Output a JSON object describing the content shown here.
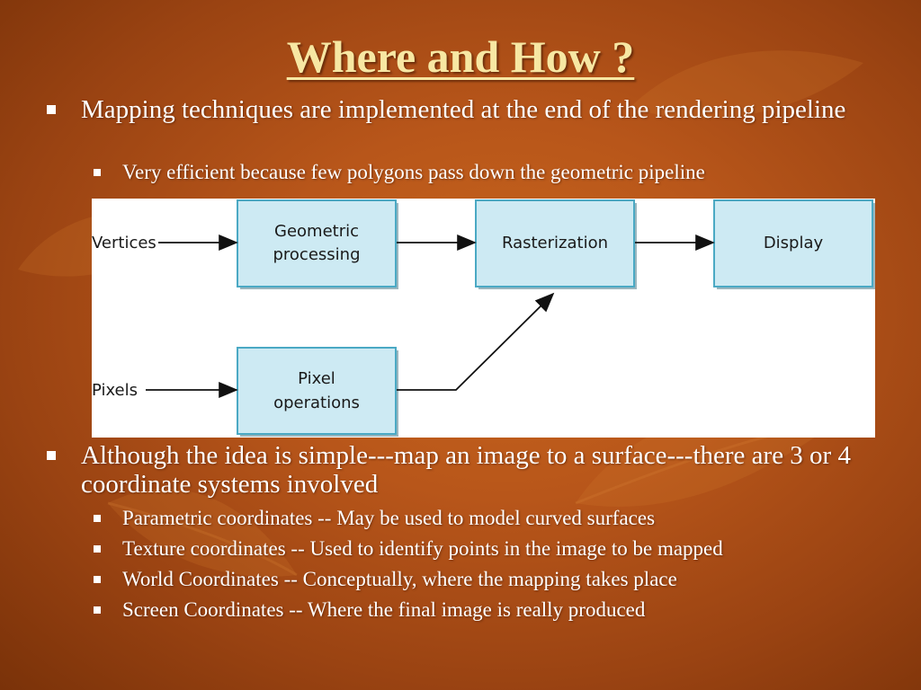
{
  "title": "Where and How ?",
  "bullets": [
    {
      "text": "Mapping techniques are implemented at the end of the rendering pipeline",
      "sub": [
        "Very efficient because few polygons pass down the geometric pipeline"
      ]
    },
    {
      "text": "Although the idea is simple---map an image to a surface---there are 3 or 4 coordinate systems involved",
      "sub": [
        "Parametric coordinates -- May be used to model curved surfaces",
        "Texture coordinates -- Used to identify points in the image to be mapped",
        "World Coordinates -- Conceptually, where the mapping takes place",
        "Screen Coordinates -- Where the final image is really produced"
      ]
    }
  ],
  "diagram": {
    "input_vertices": "Vertices",
    "input_pixels": "Pixels",
    "box_geometric_line1": "Geometric",
    "box_geometric_line2": "processing",
    "box_rasterization": "Rasterization",
    "box_display": "Display",
    "box_pixel_line1": "Pixel",
    "box_pixel_line2": "operations"
  },
  "colors": {
    "title": "#f7e7a3",
    "box_fill": "#cdeaf3",
    "box_border": "#4aa9c4"
  }
}
